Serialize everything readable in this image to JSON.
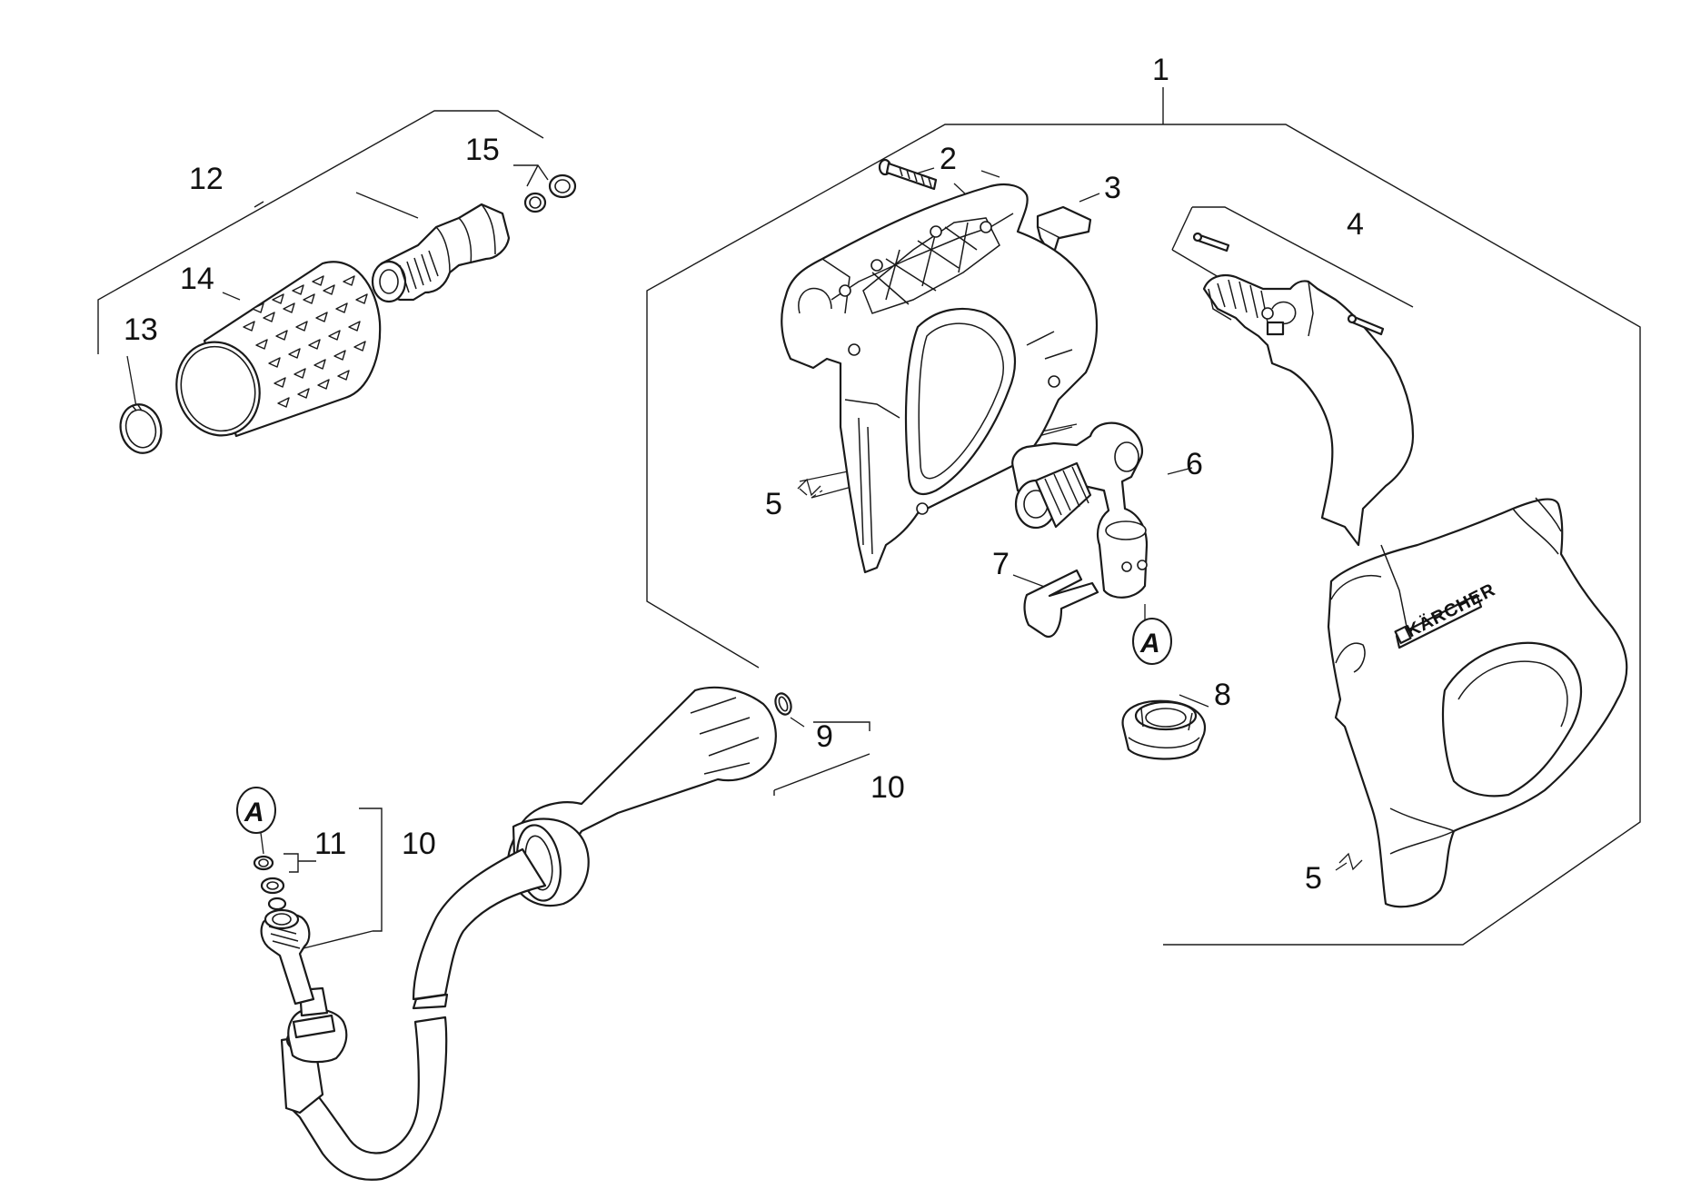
{
  "part_numbers": {
    "p1": "1",
    "p2": "2",
    "p3": "3",
    "p4": "4",
    "p5": "5",
    "p6": "6",
    "p7": "7",
    "p8": "8",
    "p9": "9",
    "p10": "10",
    "p11": "11",
    "p12": "12",
    "p13": "13",
    "p14": "14",
    "p15": "15"
  },
  "connection_marker": "A",
  "brand_text": "KÄRCHER"
}
